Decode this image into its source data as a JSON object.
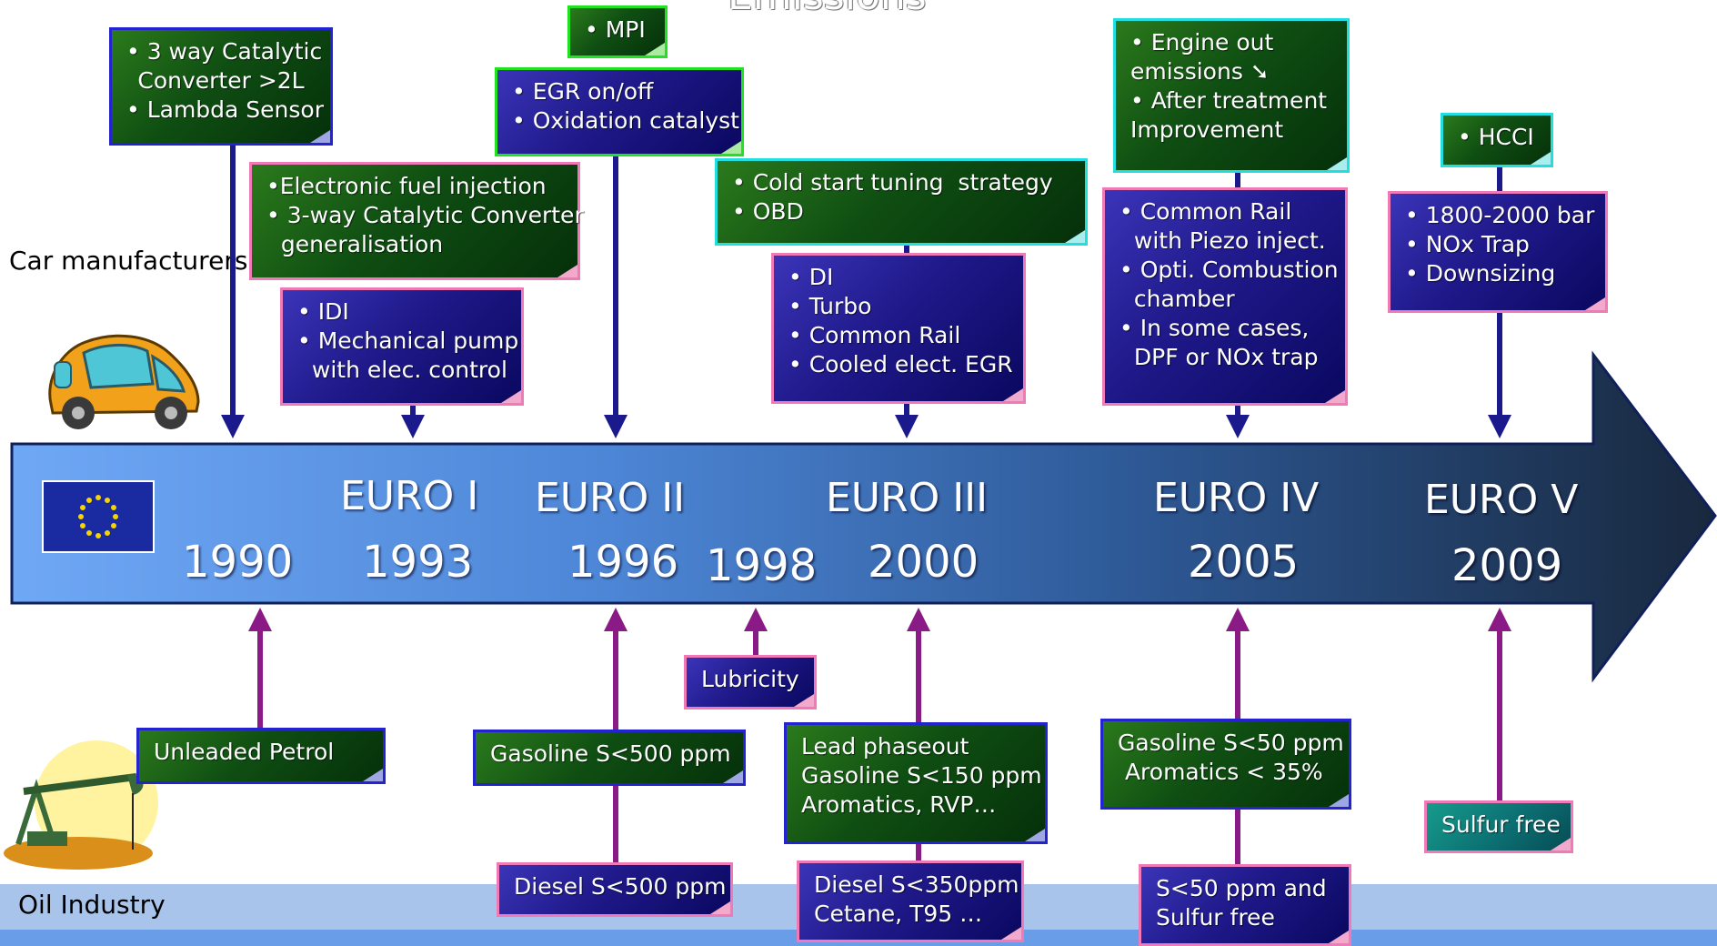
{
  "title_fragment": "Emissions",
  "side_labels": {
    "car_manufacturers": "Car manufacturers",
    "oil_industry": "Oil Industry"
  },
  "timeline": [
    {
      "euro": "",
      "year": "1990"
    },
    {
      "euro": "EURO I",
      "year": "1993"
    },
    {
      "euro": "EURO II",
      "year": "1996"
    },
    {
      "euro": "",
      "year": "1998"
    },
    {
      "euro": "EURO III",
      "year": "2000"
    },
    {
      "euro": "EURO IV",
      "year": "2005"
    },
    {
      "euro": "EURO V",
      "year": "2009"
    }
  ],
  "car_boxes": {
    "b1990": [
      "• 3 way Catalytic",
      "Converter >2L",
      "• Lambda Sensor"
    ],
    "b1993_top": [
      "•Electronic fuel injection",
      "• 3-way Catalytic Converter",
      "  generalisation"
    ],
    "b1993_low": [
      "• IDI",
      "• Mechanical pump",
      "  with elec. control"
    ],
    "b1996_mpi": [
      "• MPI"
    ],
    "b1996": [
      "• EGR on/off",
      "• Oxidation catalyst"
    ],
    "b2000_top": [
      "• Cold start tuning  strategy",
      "• OBD"
    ],
    "b2000_low": [
      "• DI",
      "• Turbo",
      "• Common Rail",
      "• Cooled elect. EGR"
    ],
    "b2005_top": [
      "• Engine out",
      "emissions ➘",
      "• After treatment",
      "Improvement"
    ],
    "b2005_low": [
      "• Common Rail",
      "  with Piezo inject.",
      "• Opti. Combustion",
      "  chamber",
      "• In some cases,",
      "  DPF or NOx trap"
    ],
    "b2009_top": [
      "• HCCI"
    ],
    "b2009_low": [
      "• 1800-2000 bar",
      "• NOx Trap",
      "• Downsizing"
    ]
  },
  "oil_boxes": {
    "o1990": [
      "Unleaded Petrol"
    ],
    "o1996_a": [
      "Gasoline S<500 ppm"
    ],
    "o1996_b": [
      "Diesel S<500 ppm"
    ],
    "o1998": [
      "Lubricity"
    ],
    "o2000_a": [
      "Lead phaseout",
      "Gasoline S<150 ppm",
      "Aromatics, RVP…"
    ],
    "o2000_b": [
      "Diesel S<350ppm",
      "Cetane, T95 …"
    ],
    "o2005_a": [
      "Gasoline S<50 ppm",
      " Aromatics < 35%"
    ],
    "o2005_b": [
      "S<50 ppm and",
      "Sulfur free"
    ],
    "o2009": [
      "Sulfur free"
    ]
  },
  "icons": {
    "flag": "eu-flag-icon",
    "car": "car-icon",
    "oil": "oil-pump-icon"
  },
  "colors": {
    "arrow_light": "#6ea6f4",
    "arrow_dark": "#1c3456",
    "car_link": "#1a1a8c",
    "oil_link": "#8a1a86"
  }
}
